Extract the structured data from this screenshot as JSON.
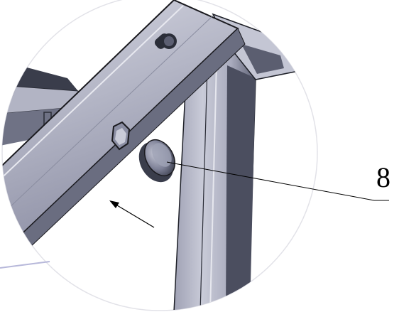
{
  "callout": {
    "label": "8",
    "part": "cap-plug"
  },
  "colors": {
    "background": "#ffffff",
    "frame_dark": "#2b2e39",
    "frame_mid": "#8c8fa3",
    "frame_light": "#c8cad8",
    "outline": "#1a1a1f",
    "detail_circle": "#e2e2e8",
    "stray_line": "#b7b8da"
  },
  "icons": {
    "arrow": "insert-direction-arrow-icon",
    "leader": "leader-line"
  }
}
